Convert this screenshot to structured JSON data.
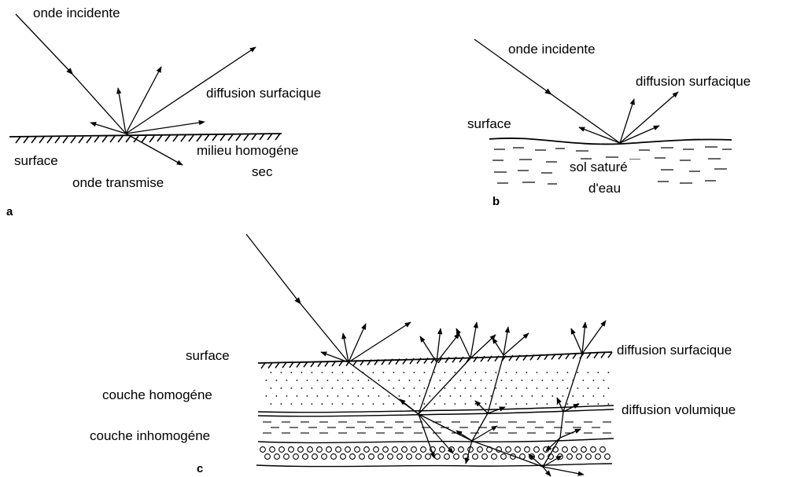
{
  "panel_a": {
    "tag": "a",
    "incident": "onde incidente",
    "surface_diffusion": "diffusion surfacique",
    "surface": "surface",
    "transmitted": "onde transmise",
    "medium_line1": "milieu homogéne",
    "medium_line2": "sec"
  },
  "panel_b": {
    "tag": "b",
    "incident": "onde incidente",
    "surface_diffusion": "diffusion surfacique",
    "surface": "surface",
    "soil_line1": "sol saturé",
    "soil_line2": "d'eau"
  },
  "panel_c": {
    "tag": "c",
    "surface": "surface",
    "homogeneous_layer": "couche homogéne",
    "inhomogeneous_layer": "couche inhomogéne",
    "surface_diffusion": "diffusion surfacique",
    "volume_diffusion": "diffusion volumique"
  }
}
